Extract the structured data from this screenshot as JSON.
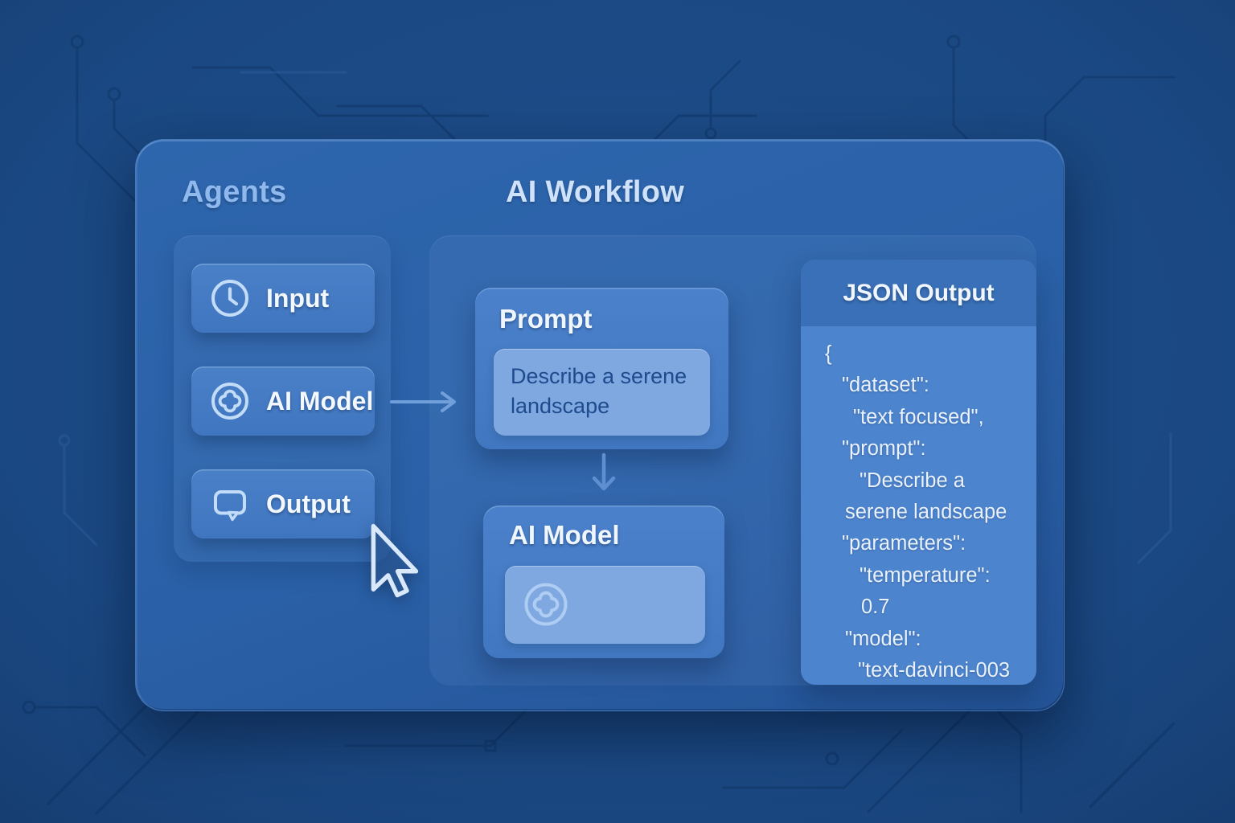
{
  "header": {
    "agents_title": "Agents",
    "workflow_title": "AI Workflow"
  },
  "sidebar": {
    "items": [
      {
        "label": "Input",
        "icon": "clock-icon"
      },
      {
        "label": "AI Model",
        "icon": "flower-icon"
      },
      {
        "label": "Output",
        "icon": "chat-bubble-icon"
      }
    ]
  },
  "workflow": {
    "prompt": {
      "title": "Prompt",
      "value": "Describe a serene landscape"
    },
    "model": {
      "title": "AI Model",
      "icon": "flower-icon"
    },
    "connectors": [
      "arrow-right-icon",
      "arrow-down-icon"
    ]
  },
  "json_output": {
    "title": "JSON Output",
    "lines": [
      {
        "text": "{",
        "indent": 0
      },
      {
        "text": "\"dataset\":",
        "indent": 21
      },
      {
        "text": "\"text focused\",",
        "indent": 35
      },
      {
        "text": "\"prompt\":",
        "indent": 21
      },
      {
        "text": "\"Describe a",
        "indent": 43
      },
      {
        "text": "serene landscape",
        "indent": 25
      },
      {
        "text": "\"parameters\":",
        "indent": 21
      },
      {
        "text": "\"temperature\":",
        "indent": 43
      },
      {
        "text": "0.7",
        "indent": 45
      },
      {
        "text": "\"model\":",
        "indent": 25
      },
      {
        "text": "\"text-davinci-003",
        "indent": 41
      }
    ]
  },
  "cursor": {
    "icon": "pointer-cursor"
  },
  "colors": {
    "background": "#17437b",
    "panel": "#2a60a7",
    "card": "#4479c2",
    "field": "#7fa8e0",
    "field_text": "#1d4b8e",
    "json_header": "#3a70b7",
    "json_body": "#4d84ce",
    "icon": "#c3dcf8",
    "title_muted": "#8fb8ec",
    "title_bright": "#cfe2fa",
    "arrow": "#6f9fda"
  }
}
